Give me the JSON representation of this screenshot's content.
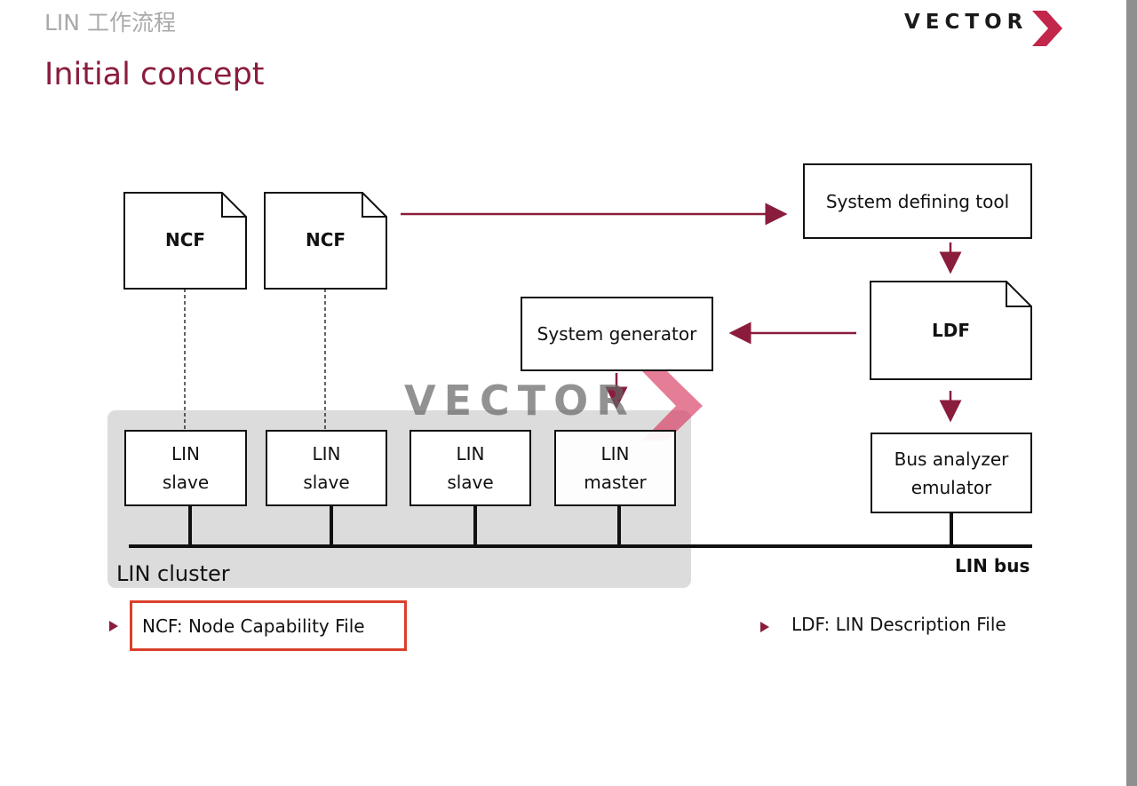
{
  "header": {
    "breadcrumb": "LIN 工作流程",
    "title": "Initial concept",
    "logo_text": "VECTOR"
  },
  "colors": {
    "accent": "#8a1c3c",
    "highlight": "#d9402b",
    "cluster_bg": "#dcdcdc",
    "logo_chevron": "#c2264a"
  },
  "diagram": {
    "ncf_docs": [
      "NCF",
      "NCF"
    ],
    "system_tool": "System defining tool",
    "ldf_doc": "LDF",
    "system_generator": "System generator",
    "nodes": [
      {
        "line1": "LIN",
        "line2": "slave"
      },
      {
        "line1": "LIN",
        "line2": "slave"
      },
      {
        "line1": "LIN",
        "line2": "slave"
      },
      {
        "line1": "LIN",
        "line2": "master"
      }
    ],
    "analyzer": {
      "line1": "Bus analyzer",
      "line2": "emulator"
    },
    "cluster_label": "LIN cluster",
    "bus_label": "LIN bus"
  },
  "notes": {
    "ncf": "NCF: Node Capability File",
    "ldf": "LDF: LIN Description File"
  },
  "watermark": "VECTOR"
}
